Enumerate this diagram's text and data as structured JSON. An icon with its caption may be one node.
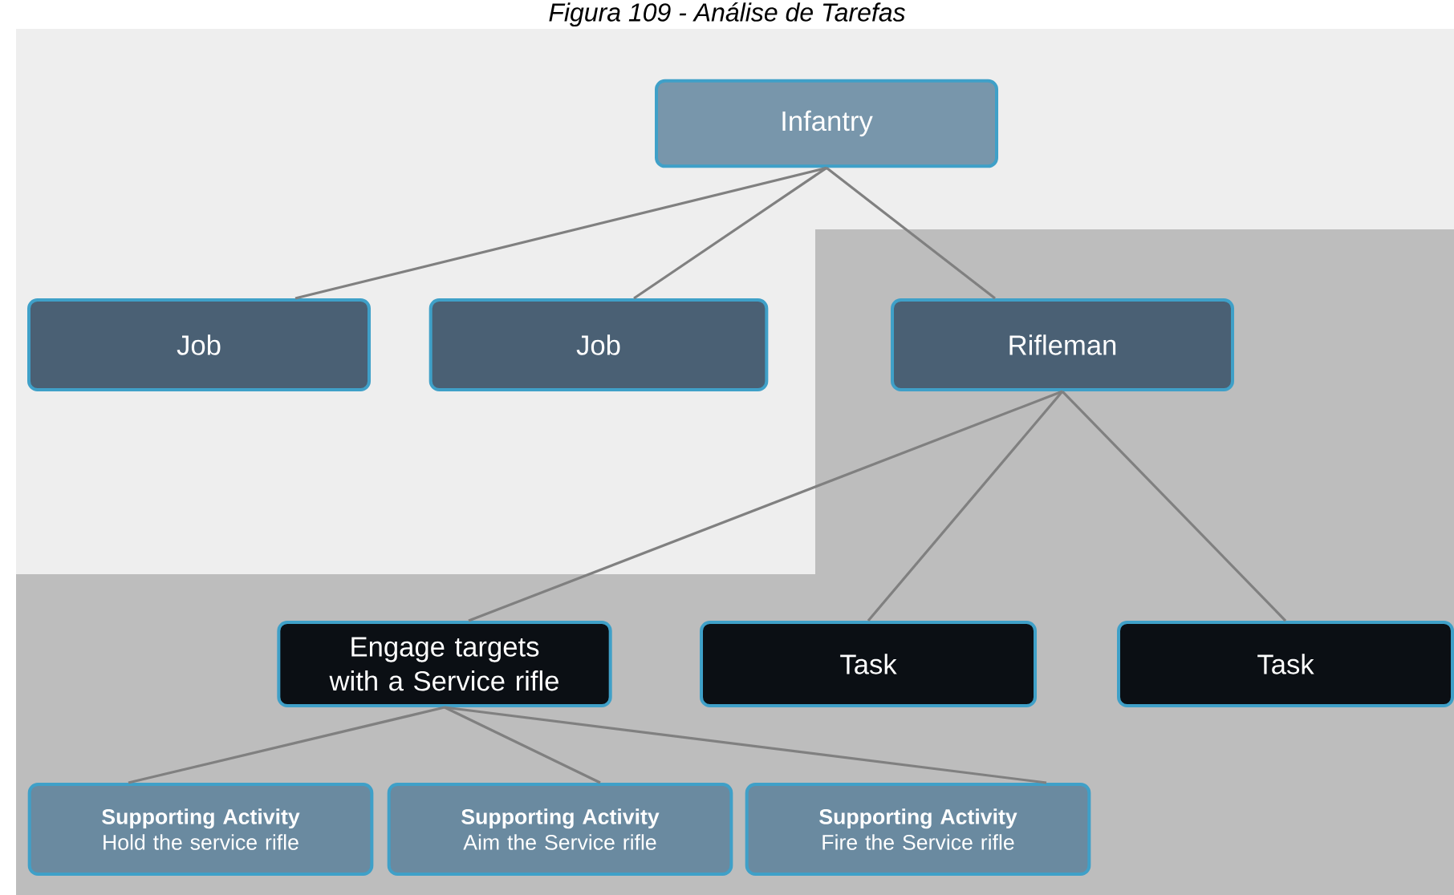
{
  "diagram": {
    "title": "Figura 109 - Análise de Tarefas",
    "nodes": [
      {
        "text": [
          "Infantry"
        ]
      },
      {
        "text": [
          "Job"
        ]
      },
      {
        "text": [
          "Job"
        ]
      },
      {
        "text": [
          "Rifleman"
        ]
      },
      {
        "text": [
          "Engage targets with a Service rifle"
        ]
      },
      {
        "text": [
          "Task"
        ]
      },
      {
        "text": [
          "Task"
        ]
      },
      {
        "text": [
          "Supporting Activity",
          "Hold the service rifle"
        ]
      },
      {
        "text": [
          "Supporting Activity",
          "Aim the Service rifle"
        ]
      },
      {
        "text": [
          "Supporting Activity",
          "Fire the Service rifle"
        ]
      }
    ],
    "edges": [
      {
        "from": 0,
        "to": 1,
        "arrow": "none"
      },
      {
        "from": 0,
        "to": 2,
        "arrow": "none"
      },
      {
        "from": 0,
        "to": 3,
        "arrow": "none"
      },
      {
        "from": 3,
        "to": 4,
        "arrow": "none"
      },
      {
        "from": 3,
        "to": 5,
        "arrow": "none"
      },
      {
        "from": 3,
        "to": 6,
        "arrow": "none"
      },
      {
        "from": 4,
        "to": 7,
        "arrow": "none"
      },
      {
        "from": 4,
        "to": 8,
        "arrow": "none"
      },
      {
        "from": 4,
        "to": 9,
        "arrow": "none"
      }
    ]
  }
}
